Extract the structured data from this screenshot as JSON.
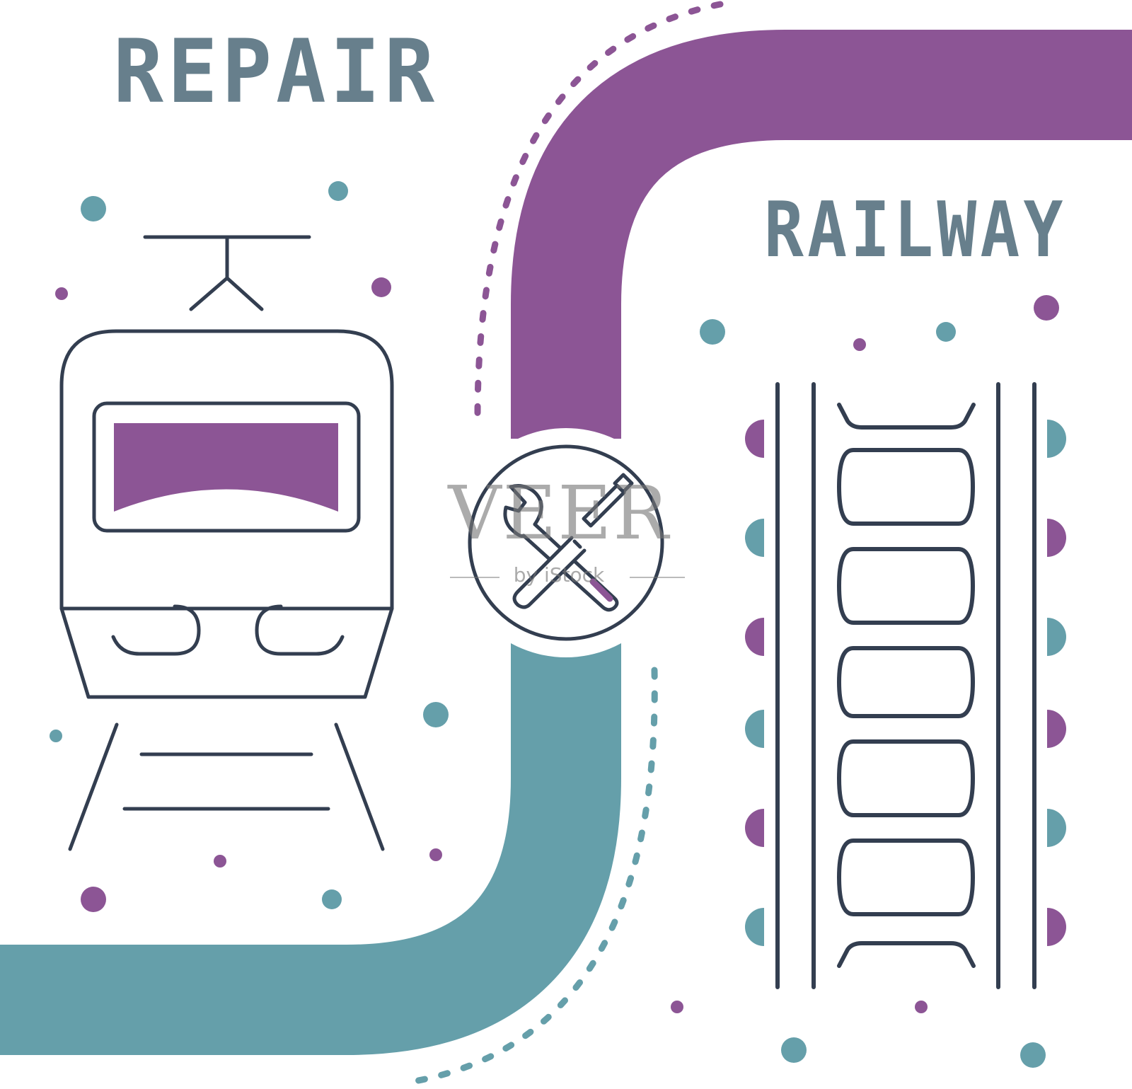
{
  "labels": {
    "repair": "REPAIR",
    "railway": "RAILWAY"
  },
  "watermark": {
    "main": "VEER",
    "sub": "by iStock"
  },
  "icons": {
    "train": "train-front-icon",
    "tools": "wrench-screwdriver-icon",
    "track": "railway-track-icon"
  },
  "colors": {
    "purple": "#8c5595",
    "teal": "#659faa",
    "outline": "#333e50",
    "text": "#677f8c",
    "background": "#ffffff"
  }
}
